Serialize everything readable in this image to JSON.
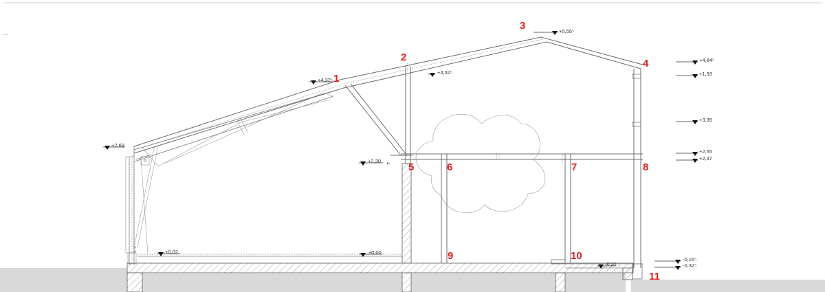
{
  "diagram": {
    "callouts": [
      "1",
      "2",
      "3",
      "4",
      "5",
      "6",
      "7",
      "8",
      "9",
      "10",
      "11"
    ],
    "levels": {
      "ridge": "+5,55⁵",
      "eaves_right": "+4,84⁵",
      "r_193": "+1,93",
      "purlin_2": "+4,52⁵",
      "left_top": "+4,32⁵",
      "r_335": "+3,35",
      "left_low": "+2,69",
      "r_255": "+2,55",
      "r_237": "+2,37",
      "floor_230": "+2,30",
      "floor_left": "+0,02",
      "floor_zero": "±0,00",
      "terrace": "-0,31",
      "ground_1": "-0,16⁵",
      "ground_2": "-0,32⁵"
    },
    "dimension_tick": "7"
  }
}
